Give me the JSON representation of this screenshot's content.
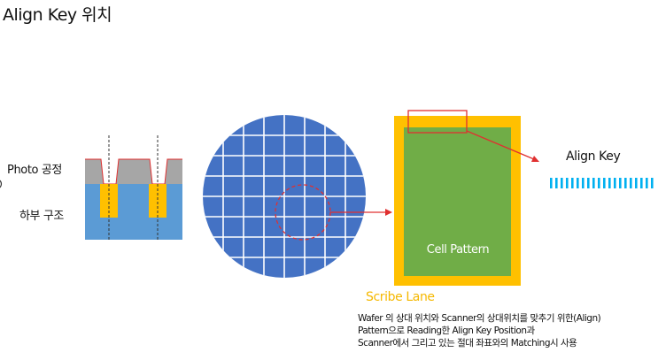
{
  "title": "Align Key 위치",
  "cross_section": {
    "photo_label": "Photo 공정",
    "lower_label": "하부 구조"
  },
  "chip": {
    "pattern_label": "Cell Pattern",
    "scribe_label": "Scribe Lane"
  },
  "align_key": {
    "label": "Align Key"
  },
  "description": {
    "line1": "Wafer 의 상대 위치와 Scanner의 상대위치를 맞추기 위한(Align)",
    "line2": "Pattern으로 Reading한 Align Key Position과",
    "line3": "Scanner에서 그리고 있는 절대 좌표와의 Matching시 사용"
  },
  "colors": {
    "wafer_blue": "#4472C4",
    "cell_green": "#70AD47",
    "scribe_yellow": "#FFC000",
    "photo_gray": "#A6A6A6",
    "substrate_blue": "#5B9BD5",
    "highlight_red": "#E03030",
    "key_cyan": "#00B0F0"
  }
}
